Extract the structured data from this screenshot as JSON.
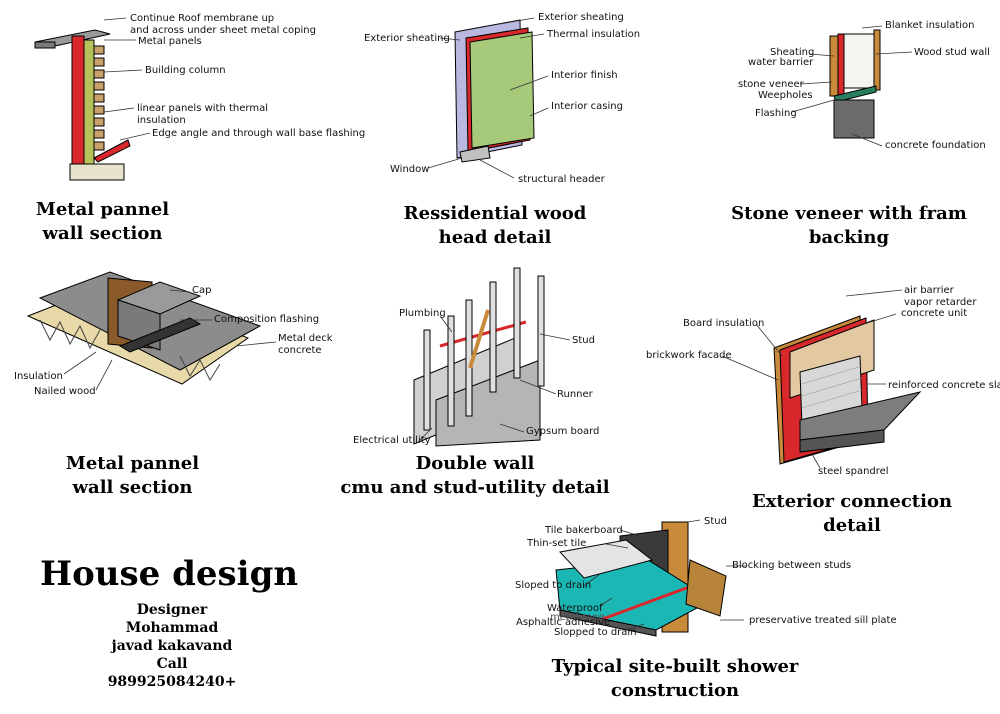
{
  "details": [
    {
      "title_lines": [
        "Metal pannel",
        "wall section"
      ],
      "labels": [
        "Continue Roof membrane up",
        "and across under sheet metal coping",
        "Metal panels",
        "Building column",
        "linear panels with thermal",
        "insulation",
        "Edge angle and through wall base flashing"
      ]
    },
    {
      "title_lines": [
        "Ressidential wood",
        "head detail"
      ],
      "labels": [
        "Exterior sheating",
        "Exterior sheating",
        "Thermal insulation",
        "Interior finish",
        "Interior casing",
        "Window",
        "structural header"
      ]
    },
    {
      "title_lines": [
        "Stone veneer with fram",
        "backing"
      ],
      "labels": [
        "Blanket insulation",
        "Sheating",
        "water barrier",
        "Wood stud wall",
        "stone veneer",
        "Weepholes",
        "Flashing",
        "concrete foundation"
      ]
    },
    {
      "title_lines": [
        "Metal pannel",
        "wall section"
      ],
      "labels": [
        "Cap",
        "Composition flashing",
        "Metal deck",
        "concrete",
        "Insulation",
        "Nailed wood"
      ]
    },
    {
      "title_lines": [
        "Double wall",
        "cmu and stud-utility detail"
      ],
      "labels": [
        "Plumbing",
        "Stud",
        "Runner",
        "Gypsum board",
        "Electrical utility"
      ]
    },
    {
      "title_lines": [
        "Exterior connection",
        "detail"
      ],
      "labels": [
        "air barrier",
        "vapor retarder",
        "concrete unit",
        "Board insulation",
        "brickwork facade",
        "reinforced concrete slab",
        "steel spandrel"
      ]
    },
    {
      "title_lines": [
        "Typical site-built shower",
        "construction"
      ],
      "labels": [
        "Stud",
        "Tile bakerboard",
        "Thin-set tile",
        "Blocking between studs",
        "Sloped to drain",
        "Waterproof",
        "membrane",
        "Asphaltic adhesive",
        "Slopped to drain",
        "preservative treated sill plate"
      ]
    }
  ],
  "heading": "House design",
  "credits": [
    "Designer",
    "Mohammad",
    "javad kakavand",
    "Call",
    "989925084240+"
  ],
  "colors": {
    "red": "#d9282b",
    "olive": "#b8c25a",
    "gray": "#8c8c8c",
    "wood": "#c98a3c",
    "teal": "#1bb7b5",
    "lavender": "#b8b8e0",
    "green": "#a7c97a"
  }
}
